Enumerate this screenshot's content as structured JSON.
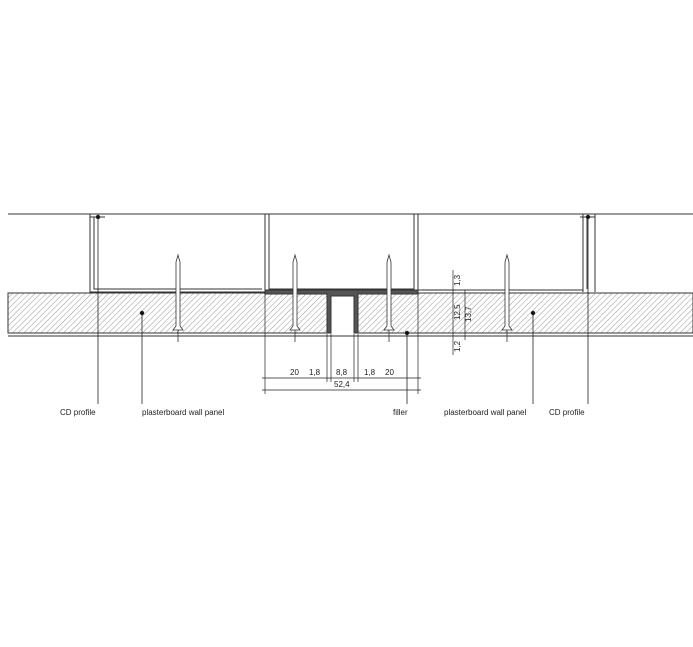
{
  "labels": {
    "cd_profile_left": "CD profile",
    "panel_left": "plasterboard wall panel",
    "filler": "filler",
    "panel_right": "plasterboard wall panel",
    "cd_profile_right": "CD profile"
  },
  "dimensions": {
    "horizontal": [
      "20",
      "1,8",
      "8,8",
      "1,8",
      "20"
    ],
    "total": "52,4",
    "vertical": {
      "top": "1,3",
      "board": "12,5",
      "overall": "13,7",
      "bottom": "1,2"
    }
  },
  "colors": {
    "line": "#333333",
    "hatch": "#888888",
    "profile_fill": "#555555"
  }
}
